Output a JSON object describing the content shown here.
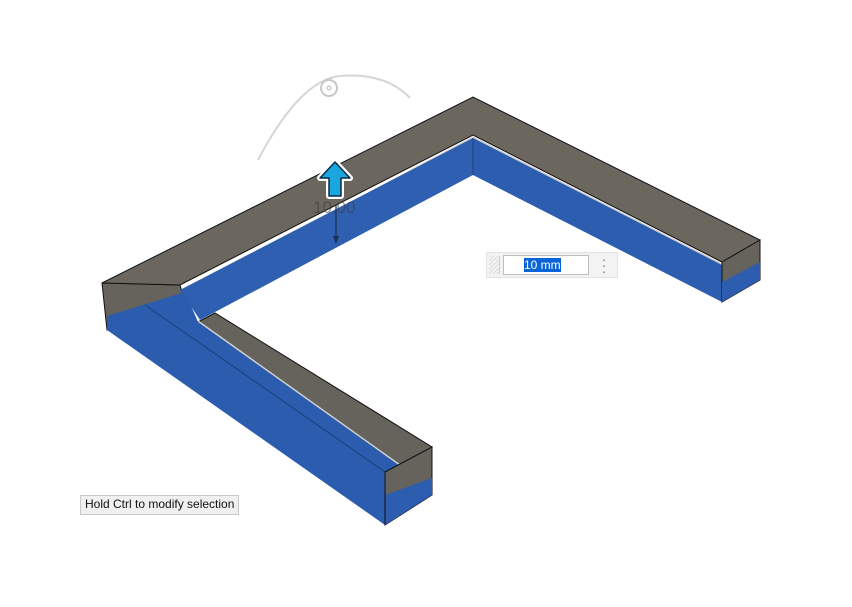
{
  "viewport": {
    "dimension_label": "10.00",
    "colors": {
      "selected_face": "#2c5dae",
      "body_top": "#6b675e",
      "edge": "#111111",
      "manipulator": "#1aa7e0"
    }
  },
  "distance_input": {
    "value": "10 mm"
  },
  "tooltip": {
    "text": "Hold Ctrl to modify selection"
  }
}
